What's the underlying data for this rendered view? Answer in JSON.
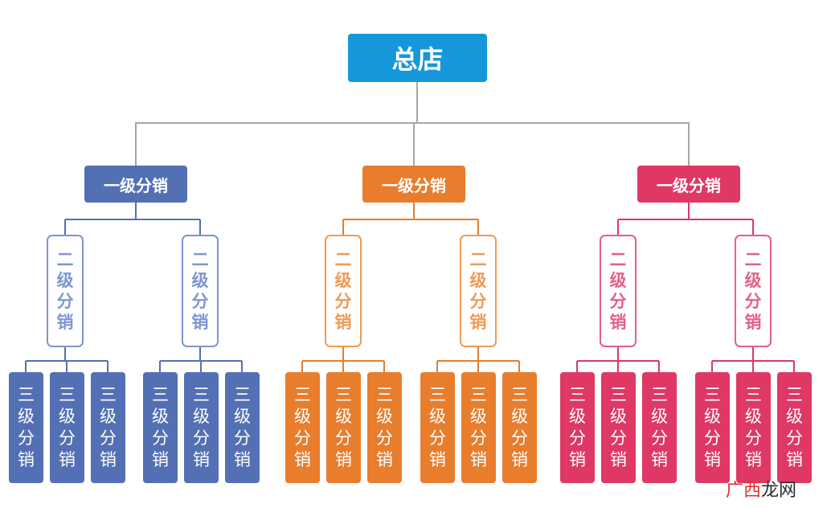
{
  "root": {
    "label": "总店"
  },
  "level1_label": "一级分销",
  "level2_label": "二级分销",
  "level3_label": "三级分销",
  "branches": [
    {
      "color": "#5470b4",
      "light": "#7f95d2"
    },
    {
      "color": "#e87d2e",
      "light": "#ee9a55"
    },
    {
      "color": "#df3864",
      "light": "#e65f86"
    }
  ],
  "line_color": "#a6a6a6",
  "watermark": {
    "part_red": "广西",
    "part_dark": "龙网"
  }
}
